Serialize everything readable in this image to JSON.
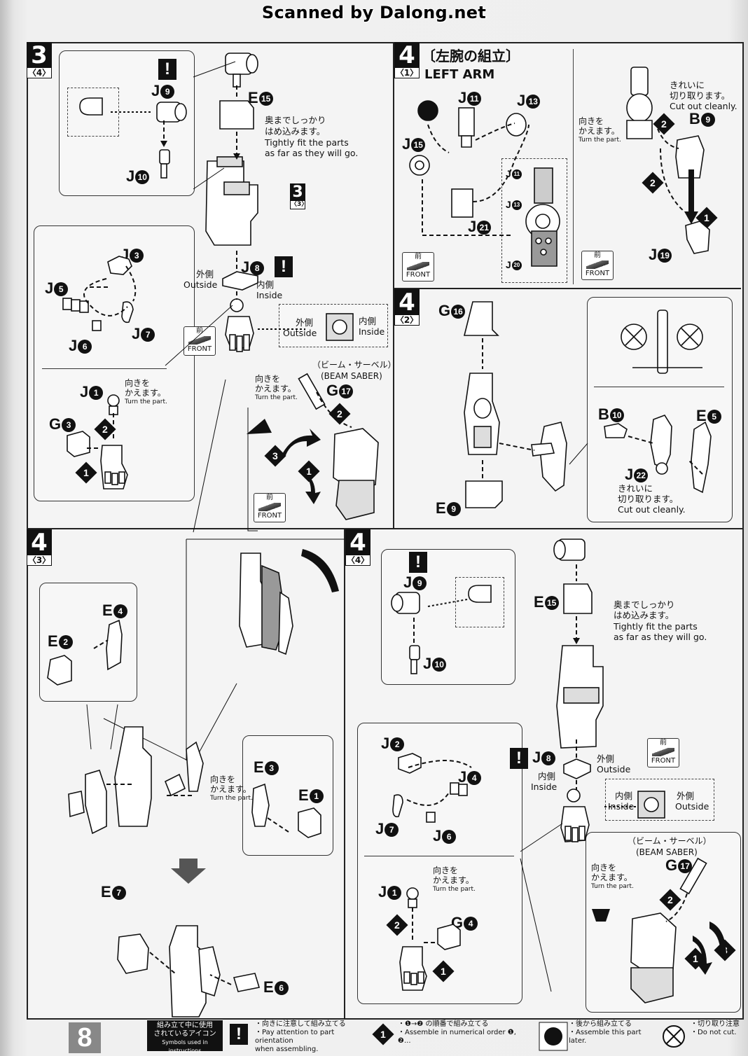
{
  "header": {
    "scan_credit": "Scanned by Dalong.net"
  },
  "steps": {
    "s3_4": {
      "num": "3",
      "sub": "〈4〉"
    },
    "s4_1": {
      "num": "4",
      "sub": "〈1〉",
      "title_jp": "〔左腕の組立〕",
      "title_en": "LEFT ARM"
    },
    "s4_2": {
      "num": "4",
      "sub": "〈2〉"
    },
    "s4_3": {
      "num": "4",
      "sub": "〈3〉"
    },
    "s4_4": {
      "num": "4",
      "sub": "〈4〉"
    }
  },
  "parts": {
    "j9": "J",
    "j9n": "9",
    "j10": "J",
    "j10n": "10",
    "e15": "E",
    "e15n": "15",
    "j8": "J",
    "j8n": "8",
    "j3": "J",
    "j3n": "3",
    "j5": "J",
    "j5n": "5",
    "j7": "J",
    "j7n": "7",
    "j6": "J",
    "j6n": "6",
    "j1": "J",
    "j1n": "1",
    "g3": "G",
    "g3n": "3",
    "g17": "G",
    "g17n": "17",
    "j11": "J",
    "j11n": "11",
    "j13": "J",
    "j13n": "13",
    "j15": "J",
    "j15n": "15",
    "j21": "J",
    "j21n": "21",
    "b9": "B",
    "b9n": "9",
    "j19": "J",
    "j19n": "19",
    "j20": "J",
    "j20n": "20",
    "g16": "G",
    "g16n": "16",
    "b10": "B",
    "b10n": "10",
    "e5": "E",
    "e5n": "5",
    "j22": "J",
    "j22n": "22",
    "e9": "E",
    "e9n": "9",
    "e4": "E",
    "e4n": "4",
    "e2": "E",
    "e2n": "2",
    "e3": "E",
    "e3n": "3",
    "e1": "E",
    "e1n": "1",
    "e7": "E",
    "e7n": "7",
    "e6": "E",
    "e6n": "6",
    "j2": "J",
    "j2n": "2",
    "j4": "J",
    "j4n": "4",
    "g4": "G",
    "g4n": "4",
    "step_ref": "3",
    "step_ref_sub": "〈3〉"
  },
  "labels": {
    "tight_jp1": "奥までしっかり",
    "tight_jp2": "はめ込みます。",
    "tight_en1": "Tightly fit the parts",
    "tight_en2": "as far as they will go.",
    "outside_jp": "外側",
    "outside_en": "Outside",
    "inside_jp": "内側",
    "inside_en": "Inside",
    "turn_jp1": "向きを",
    "turn_jp2": "かえます。",
    "turn_en": "Turn the part.",
    "beam_jp": "（ビーム・サーベル）",
    "beam_en": "(BEAM SABER)",
    "cut_jp1": "きれいに",
    "cut_jp2": "切り取ります。",
    "cut_en": "Cut out cleanly.",
    "front_jp": "前",
    "front_en": "FRONT",
    "warn": "!"
  },
  "footer": {
    "page": "8",
    "icons_jp1": "組み立て中に使用",
    "icons_jp2": "されているアイコン",
    "icons_en": "Symbols used in instructions",
    "attn_jp": "・向きに注意して組み立てる",
    "attn_en1": "・Pay attention to part orientation",
    "attn_en2": "  when assembling.",
    "order_jp": "・❶→❷ の順番で組み立てる",
    "order_en": "・Assemble in numerical order ❶, ❷...",
    "later_jp": "・後から組み立てる",
    "later_en": "・Assemble this part later.",
    "cut_jp": "・切り取り注意",
    "cut_en": "・Do not cut."
  },
  "colors": {
    "ink": "#111111",
    "paper": "#f4f4f4",
    "shade": "#8a8a8a"
  }
}
